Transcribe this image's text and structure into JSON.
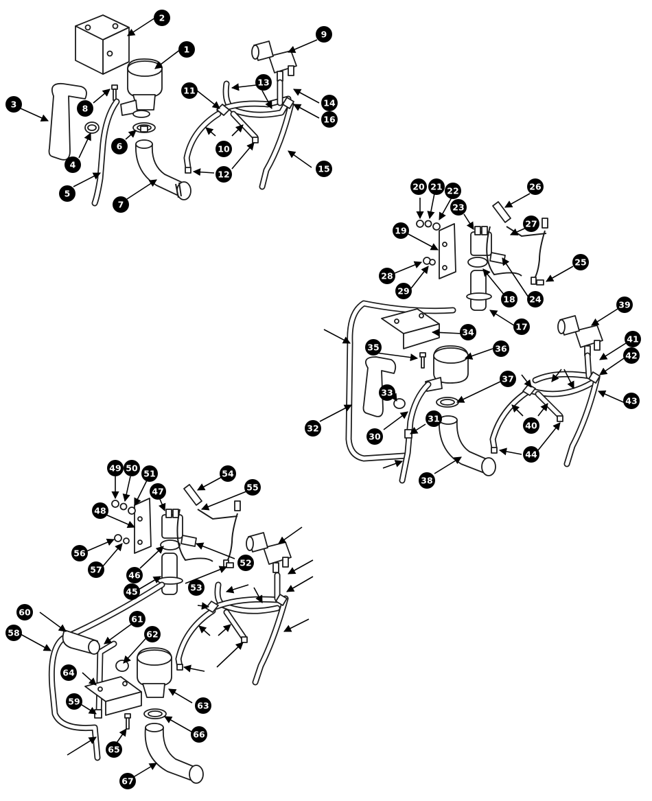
{
  "callouts": [
    "1",
    "2",
    "3",
    "4",
    "5",
    "6",
    "7",
    "8",
    "9",
    "10",
    "11",
    "12",
    "13",
    "14",
    "15",
    "16",
    "17",
    "18",
    "19",
    "20",
    "21",
    "22",
    "23",
    "24",
    "25",
    "26",
    "27",
    "28",
    "29",
    "30",
    "31",
    "32",
    "33",
    "34",
    "35",
    "36",
    "37",
    "38",
    "39",
    "40",
    "41",
    "42",
    "43",
    "44",
    "45",
    "46",
    "47",
    "48",
    "49",
    "50",
    "51",
    "52",
    "53",
    "54",
    "55",
    "56",
    "57",
    "58",
    "59",
    "60",
    "61",
    "62",
    "63",
    "64",
    "65",
    "66",
    "67"
  ],
  "colors": {
    "ink": "#1a1a1a",
    "callout_fill": "#000000",
    "callout_text": "#ffffff",
    "background": "#ffffff"
  }
}
